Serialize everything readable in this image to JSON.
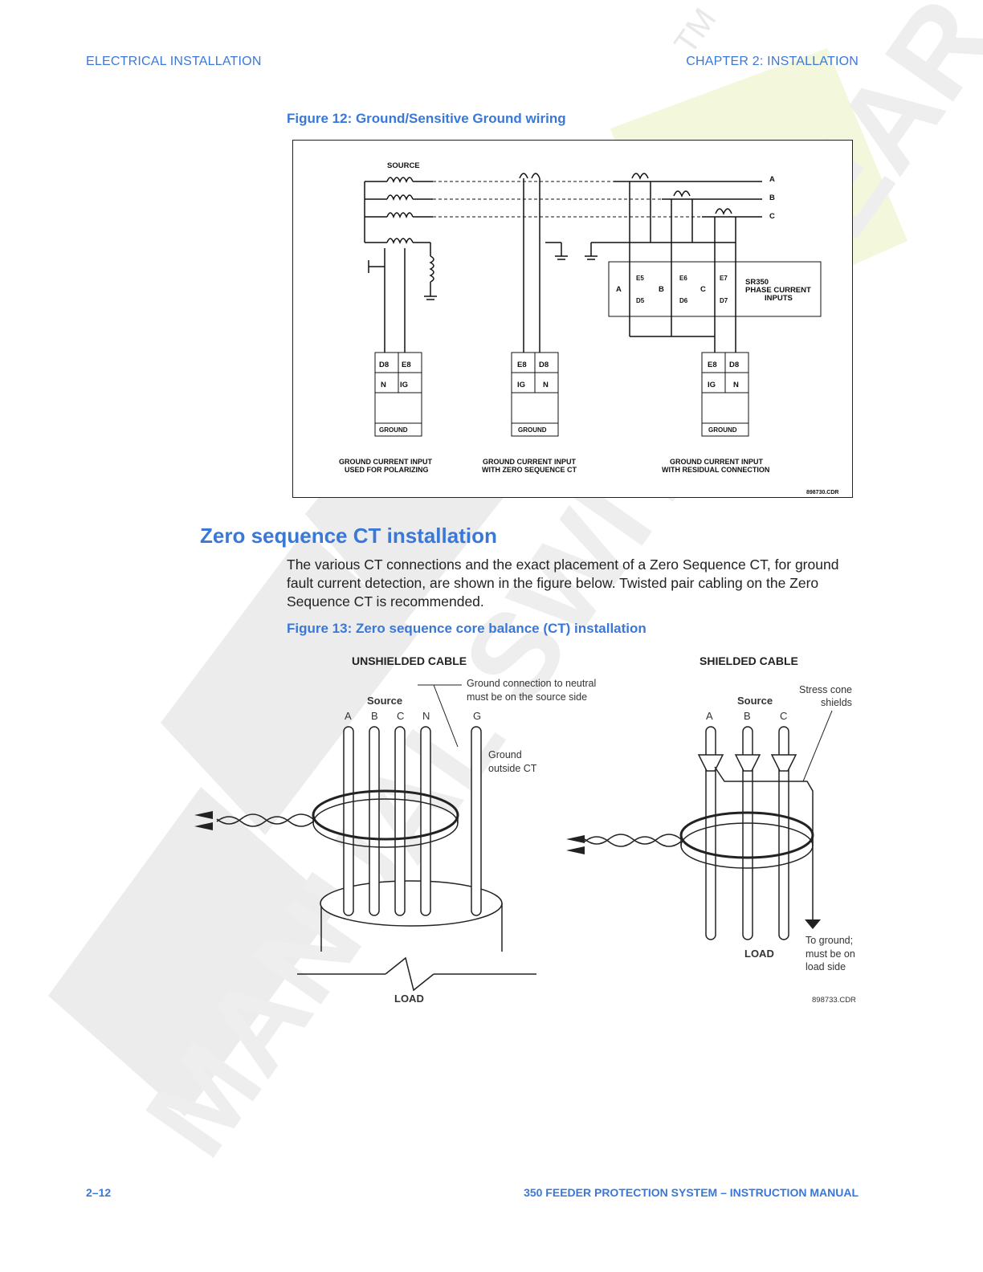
{
  "header": {
    "left": "ELECTRICAL INSTALLATION",
    "right": "CHAPTER 2: INSTALLATION"
  },
  "figure12": {
    "caption": "Figure 12: Ground/Sensitive Ground wiring",
    "labels": {
      "source": "SOURCE",
      "phase_a": "A",
      "phase_b": "B",
      "phase_c": "C",
      "relay_title": [
        "SR350",
        "PHASE CURRENT",
        "INPUTS"
      ],
      "terms": [
        "E5",
        "D5",
        "E6",
        "D6",
        "E7",
        "D7"
      ],
      "block1": {
        "t1": "D8",
        "t2": "E8",
        "b1": "N",
        "b2": "IG",
        "foot": "GROUND"
      },
      "block2": {
        "t1": "E8",
        "t2": "D8",
        "b1": "IG",
        "b2": "N",
        "foot": "GROUND"
      },
      "block3": {
        "t1": "E8",
        "t2": "D8",
        "b1": "IG",
        "b2": "N",
        "foot": "GROUND"
      },
      "cap1": [
        "GROUND CURRENT INPUT",
        "USED FOR POLARIZING"
      ],
      "cap2": [
        "GROUND CURRENT INPUT",
        "WITH ZERO SEQUENCE CT"
      ],
      "cap3": [
        "GROUND CURRENT INPUT",
        "WITH RESIDUAL CONNECTION"
      ],
      "code": "898730.CDR"
    }
  },
  "section": {
    "heading": "Zero sequence CT installation",
    "paragraph": "The various CT connections and the exact placement of a Zero Sequence CT, for ground fault current detection, are shown in the figure below. Twisted pair cabling on the Zero Sequence CT is recommended."
  },
  "figure13": {
    "caption": "Figure 13: Zero sequence core balance (CT) installation",
    "unshielded": {
      "title": "UNSHIELDED CABLE",
      "source": "Source",
      "conductors": [
        "A",
        "B",
        "C",
        "N",
        "G"
      ],
      "note_neutral": [
        "Ground connection to neutral",
        "must be on the source side"
      ],
      "note_ground": [
        "Ground",
        "outside CT"
      ],
      "load": "LOAD"
    },
    "shielded": {
      "title": "SHIELDED CABLE",
      "source": "Source",
      "conductors": [
        "A",
        "B",
        "C"
      ],
      "note_stress": [
        "Stress cone",
        "shields"
      ],
      "note_ground": [
        "To ground;",
        "must be on",
        "load side"
      ],
      "load": "LOAD"
    },
    "code": "898733.CDR"
  },
  "watermark": {
    "text": "MANUAL SWITCHGEAR",
    "tm": "TM"
  },
  "footer": {
    "left": "2–12",
    "right": "350 FEEDER PROTECTION SYSTEM – INSTRUCTION MANUAL"
  }
}
